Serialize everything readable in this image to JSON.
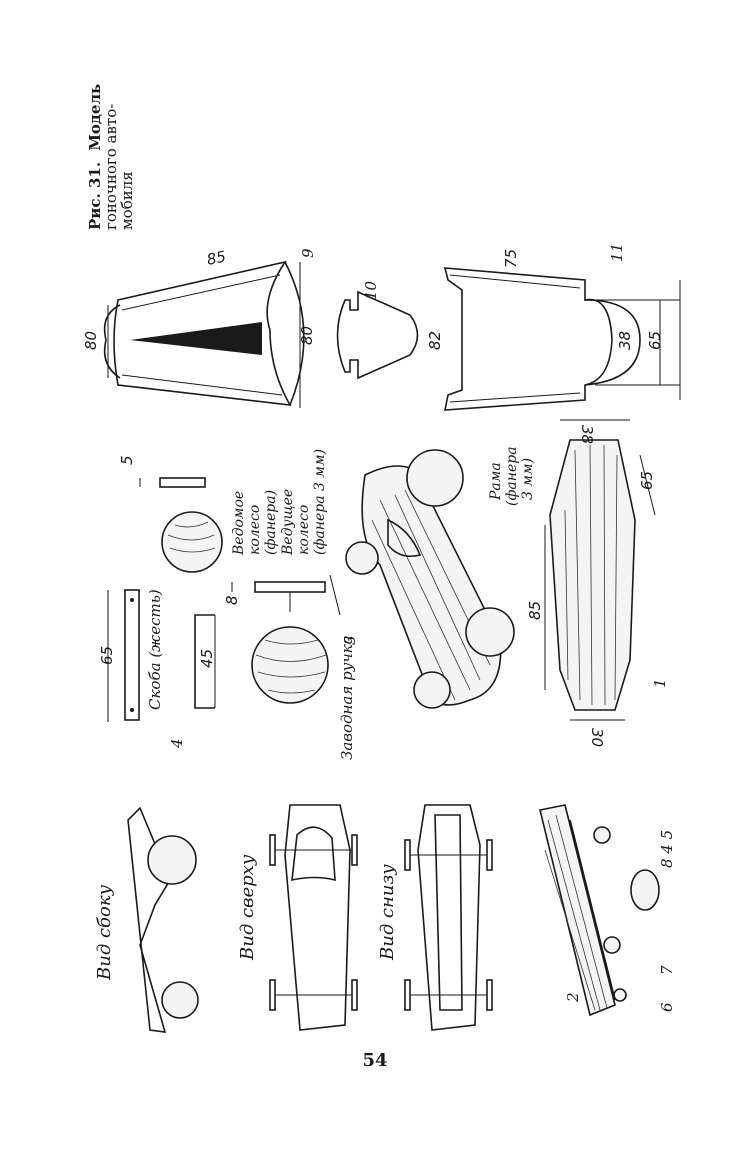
{
  "figure": {
    "caption_title": "Рис. 31.",
    "caption_line1": "Модель",
    "caption_line2": "гоночного авто-",
    "caption_line3": "мобиля"
  },
  "views": {
    "side": "Вид сбоку",
    "top": "Вид сверху",
    "bottom": "Вид снизу"
  },
  "labels": {
    "bracket": "Скоба (жесть)",
    "driven_wheel_1": "Ведомое",
    "driven_wheel_2": "колесо",
    "driven_wheel_3": "(фанера)",
    "drive_wheel_1": "Ведущее",
    "drive_wheel_2": "колесо",
    "drive_wheel_3": "(фанера 3 мм)",
    "crank": "Заводная ручка",
    "frame_1": "Рама",
    "frame_2": "(фанера",
    "frame_3": "3 мм)"
  },
  "part_numbers": {
    "p1": "1",
    "p2": "2",
    "p3": "3",
    "p4": "4",
    "p5": "5",
    "p6": "6",
    "p7": "7",
    "p8": "8",
    "p9": "9",
    "p10": "10",
    "p11": "11",
    "p845": "8 4 5"
  },
  "dimensions": {
    "d85_top": "85",
    "d80_top": "80",
    "d80_mid": "80",
    "d82": "82",
    "d75": "75",
    "d38_right": "38",
    "d65_right": "65",
    "d5": "5",
    "d8": "8",
    "d65_bracket": "65",
    "d45": "45",
    "d38_frame": "38",
    "d65_frame": "65",
    "d85_frame": "85",
    "d30_frame": "30"
  },
  "page_number": "54"
}
